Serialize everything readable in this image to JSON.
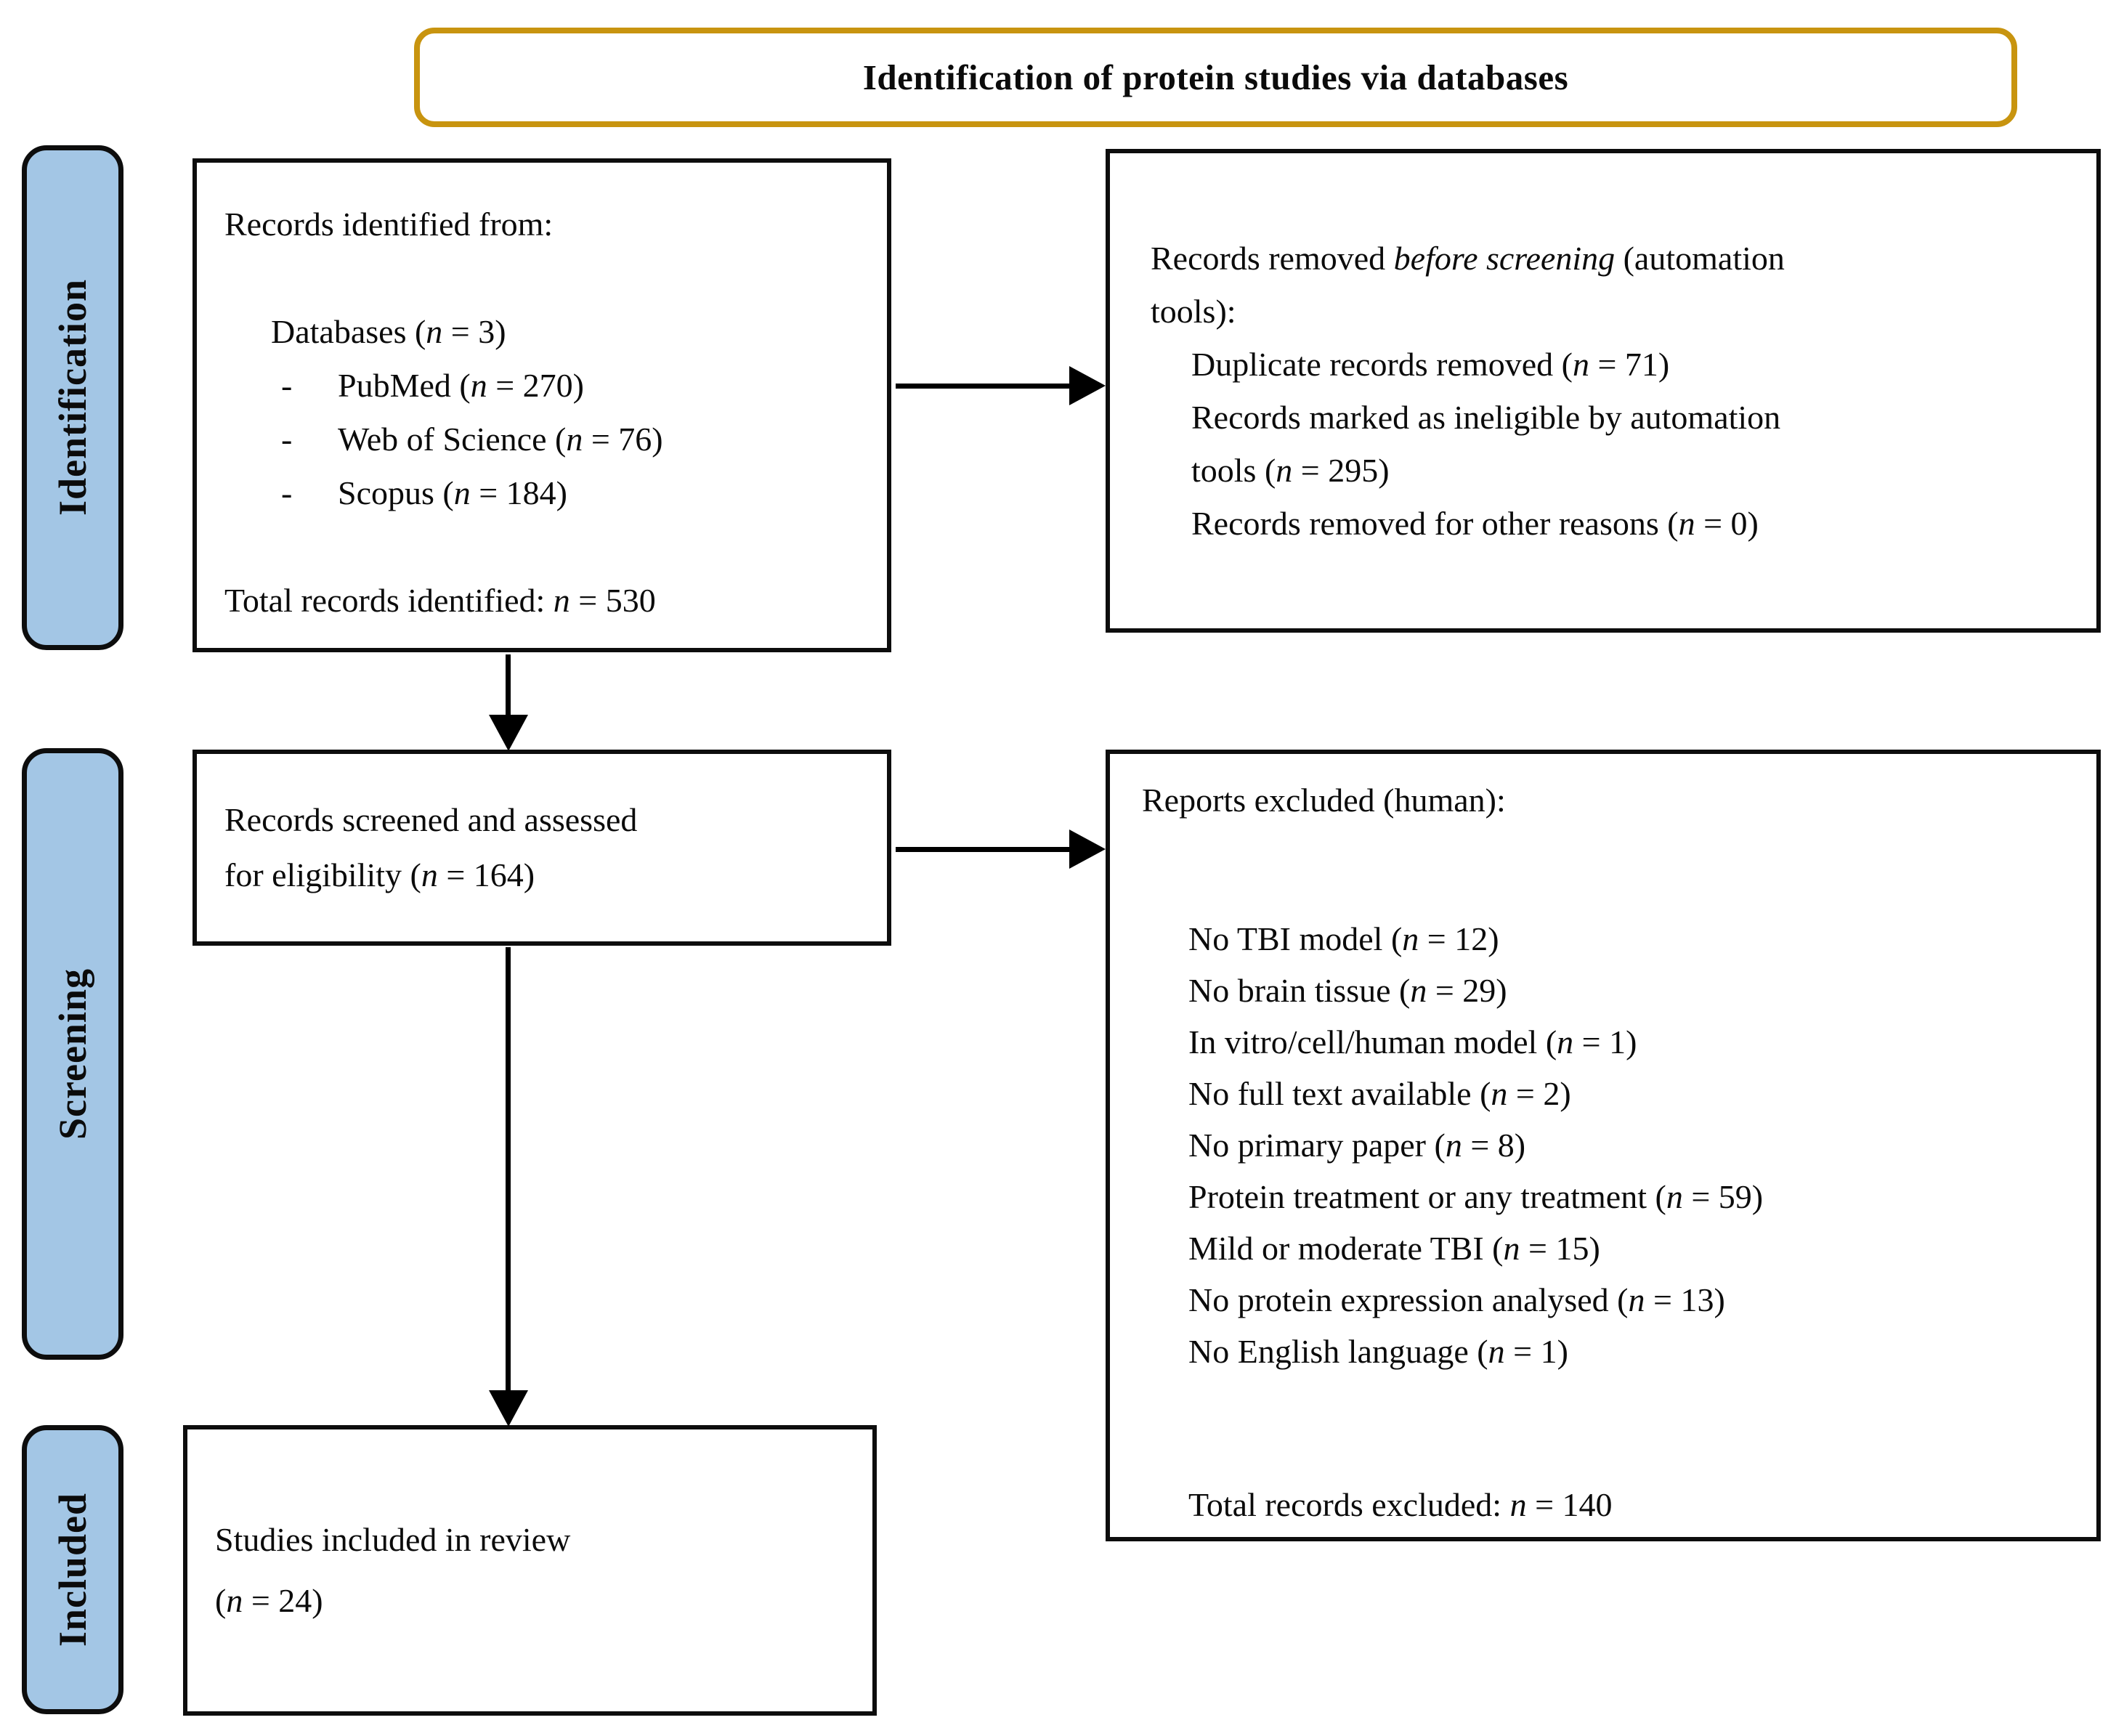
{
  "banner": {
    "title": "Identification of protein studies via databases"
  },
  "sidebar": {
    "identification": "Identification",
    "screening": "Screening",
    "included": "Included"
  },
  "colors": {
    "stage_fill": "#A3C6E5",
    "banner_border": "#C8940F",
    "box_border": "#0D0D0D",
    "arrow": "#000000"
  },
  "boxes": {
    "identified": {
      "title": "Records identified from:",
      "group": {
        "pre": "Databases (",
        "n": "n",
        "post": " = 3)"
      },
      "bullet": "-",
      "items": [
        {
          "pre": "PubMed (",
          "n": "n",
          "post": " = 270)"
        },
        {
          "pre": "Web of Science (",
          "n": "n",
          "post": " = 76)"
        },
        {
          "pre": "Scopus (",
          "n": "n",
          "post": " = 184)"
        }
      ],
      "total": {
        "pre": "Total records identified: ",
        "n": "n",
        "post": " = 530"
      }
    },
    "removed": {
      "heading_line1": {
        "pre": "Records removed ",
        "em": "before screening",
        "post": " (automation"
      },
      "heading_line2": "tools):",
      "item1": {
        "pre": "Duplicate records removed (",
        "n": "n",
        "post": " = 71)"
      },
      "item2_line1": "Records marked as ineligible by automation",
      "item2_line2": {
        "pre": "tools (",
        "n": "n",
        "post": " = 295)"
      },
      "item3": {
        "pre": "Records removed for other reasons (",
        "n": "n",
        "post": " = 0)"
      }
    },
    "screened": {
      "line1": "Records screened and assessed",
      "line2": {
        "pre": "for eligibility (",
        "n": "n",
        "post": " = 164)"
      }
    },
    "excluded": {
      "heading": "Reports excluded (human):",
      "items": [
        {
          "pre": "No TBI model (",
          "n": "n",
          "post": " = 12)"
        },
        {
          "pre": "No brain tissue (",
          "n": "n",
          "post": " = 29)"
        },
        {
          "pre": "In vitro/cell/human model (",
          "n": "n",
          "post": " = 1)"
        },
        {
          "pre": "No full text available (",
          "n": "n",
          "post": " = 2)"
        },
        {
          "pre": "No primary paper (",
          "n": "n",
          "post": " = 8)"
        },
        {
          "pre": "Protein treatment or any treatment (",
          "n": "n",
          "post": " = 59)"
        },
        {
          "pre": "Mild or moderate TBI (",
          "n": "n",
          "post": " = 15)"
        },
        {
          "pre": "No protein expression analysed (",
          "n": "n",
          "post": " = 13)"
        },
        {
          "pre": "No English language (",
          "n": "n",
          "post": " = 1)"
        }
      ],
      "total": {
        "pre": "Total records excluded: ",
        "n": "n",
        "post": " = 140"
      }
    },
    "included_box": {
      "line1": "Studies included in review",
      "line2": {
        "pre": "(",
        "n": "n",
        "post": " = 24)"
      }
    }
  }
}
